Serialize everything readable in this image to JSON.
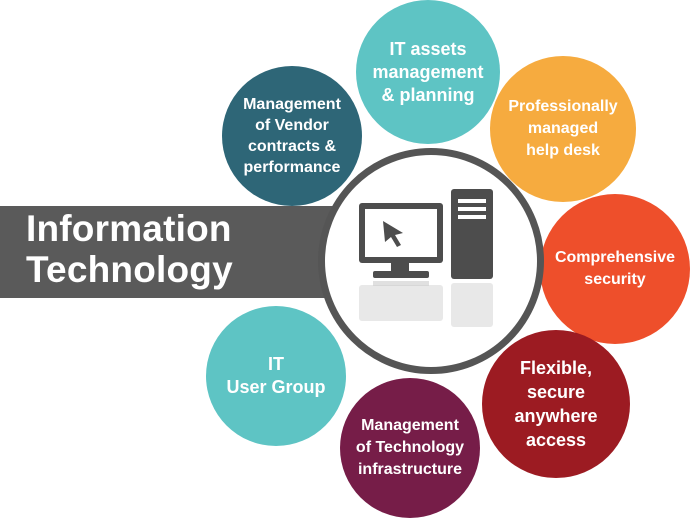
{
  "title": "Information\nTechnology",
  "nodes": [
    {
      "id": "it-assets",
      "label": "IT assets\nmanagement\n& planning",
      "color": "#5ec4c4"
    },
    {
      "id": "help-desk",
      "label": "Professionally\nmanaged\nhelp desk",
      "color": "#f6ab3f"
    },
    {
      "id": "security",
      "label": "Comprehensive\nsecurity",
      "color": "#ee4f2b"
    },
    {
      "id": "flexible",
      "label": "Flexible,\nsecure\nanywhere\naccess",
      "color": "#9c1b22"
    },
    {
      "id": "tech-infra",
      "label": "Management\nof Technology\ninfrastructure",
      "color": "#761d48"
    },
    {
      "id": "user-group",
      "label": "IT\nUser Group",
      "color": "#5ec4c4"
    },
    {
      "id": "vendor",
      "label": "Management\nof Vendor\ncontracts &\nperformance",
      "color": "#2e6677"
    }
  ],
  "hub": {
    "icon": "computer-icon",
    "border_color": "#555555"
  },
  "banner_color": "#5a5a5a"
}
